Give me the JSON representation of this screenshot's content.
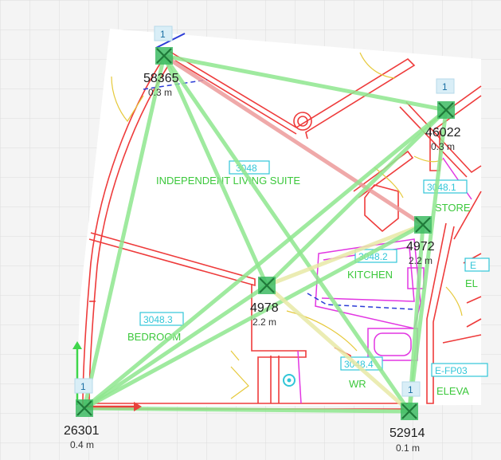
{
  "anchors": [
    {
      "key": "58365",
      "id": "58365",
      "distance": "0.3 m",
      "badge": "1"
    },
    {
      "key": "46022",
      "id": "46022",
      "distance": "0.3 m",
      "badge": "1"
    },
    {
      "key": "4972",
      "id": "4972",
      "distance": "2.2 m",
      "badge": ""
    },
    {
      "key": "4978",
      "id": "4978",
      "distance": "2.2 m",
      "badge": ""
    },
    {
      "key": "26301",
      "id": "26301",
      "distance": "0.4 m",
      "badge": "1"
    },
    {
      "key": "52914",
      "id": "52914",
      "distance": "0.1 m",
      "badge": "1"
    }
  ],
  "rooms": [
    {
      "code": "3048",
      "name": "INDEPENDENT LIVING SUITE"
    },
    {
      "code": "3048.1",
      "name": "STORE"
    },
    {
      "code": "3048.2",
      "name": "KITCHEN"
    },
    {
      "code": "3048.3",
      "name": "BEDROOM"
    },
    {
      "code": "3048.4",
      "name": "WR"
    },
    {
      "code": "E-FP03",
      "name": "ELEVA"
    },
    {
      "code": "E",
      "name": "EL"
    }
  ],
  "links": [
    {
      "from": "58365",
      "to": "46022",
      "quality": "good"
    },
    {
      "from": "58365",
      "to": "4972",
      "quality": "poor"
    },
    {
      "from": "58365",
      "to": "4978",
      "quality": "good"
    },
    {
      "from": "58365",
      "to": "26301",
      "quality": "good"
    },
    {
      "from": "58365",
      "to": "52914",
      "quality": "good"
    },
    {
      "from": "46022",
      "to": "4978",
      "quality": "good"
    },
    {
      "from": "46022",
      "to": "26301",
      "quality": "good"
    },
    {
      "from": "46022",
      "to": "52914",
      "quality": "good"
    },
    {
      "from": "4972",
      "to": "4978",
      "quality": "fair"
    },
    {
      "from": "4972",
      "to": "26301",
      "quality": "good"
    },
    {
      "from": "4972",
      "to": "52914",
      "quality": "good"
    },
    {
      "from": "4978",
      "to": "26301",
      "quality": "good"
    },
    {
      "from": "4978",
      "to": "52914",
      "quality": "fair"
    },
    {
      "from": "26301",
      "to": "52914",
      "quality": "good"
    }
  ],
  "colors": {
    "link_good": "#8ee68e",
    "link_fair": "#e7e9a6",
    "link_poor": "#ec9a9a",
    "anchor": "#3dbb63",
    "wall": "#ee3b3b",
    "fixture": "#e236e2",
    "room_label": "#3cc83c",
    "room_code": "#31c6d8",
    "axis_x": "#e8413a",
    "axis_y": "#3fd64b"
  }
}
